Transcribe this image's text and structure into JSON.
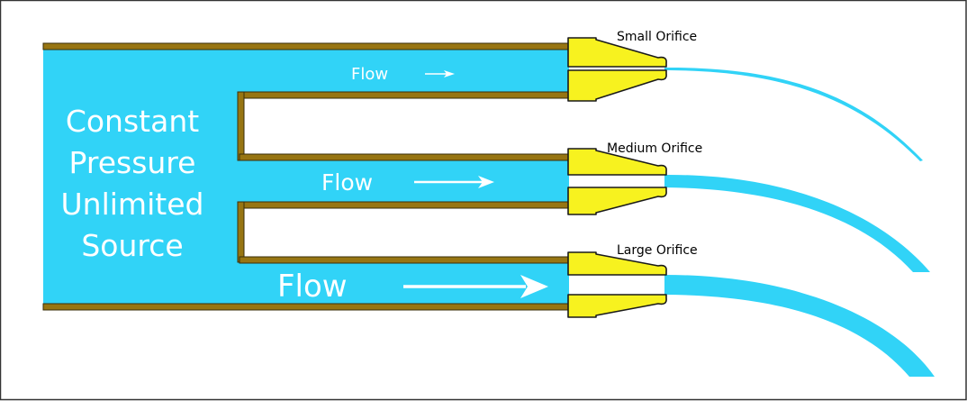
{
  "colors": {
    "water": "#31d3f7",
    "pipe_wall": "#977512",
    "pipe_outline": "#3a2e0a",
    "nozzle_fill": "#f7f21f",
    "nozzle_outline": "#1a1a1a",
    "text_on_water": "#ffffff",
    "label_text": "#000000",
    "frame": "#333333"
  },
  "source": {
    "lines": [
      "Constant",
      "Pressure",
      "Unlimited",
      "Source"
    ]
  },
  "branches": [
    {
      "id": "small",
      "flow_label": "Flow",
      "orifice_label": "Small Orifice",
      "arrow": "→"
    },
    {
      "id": "medium",
      "flow_label": "Flow",
      "orifice_label": "Medium Orifice",
      "arrow": "→"
    },
    {
      "id": "large",
      "flow_label": "Flow",
      "orifice_label": "Large Orifice",
      "arrow": "→"
    }
  ]
}
